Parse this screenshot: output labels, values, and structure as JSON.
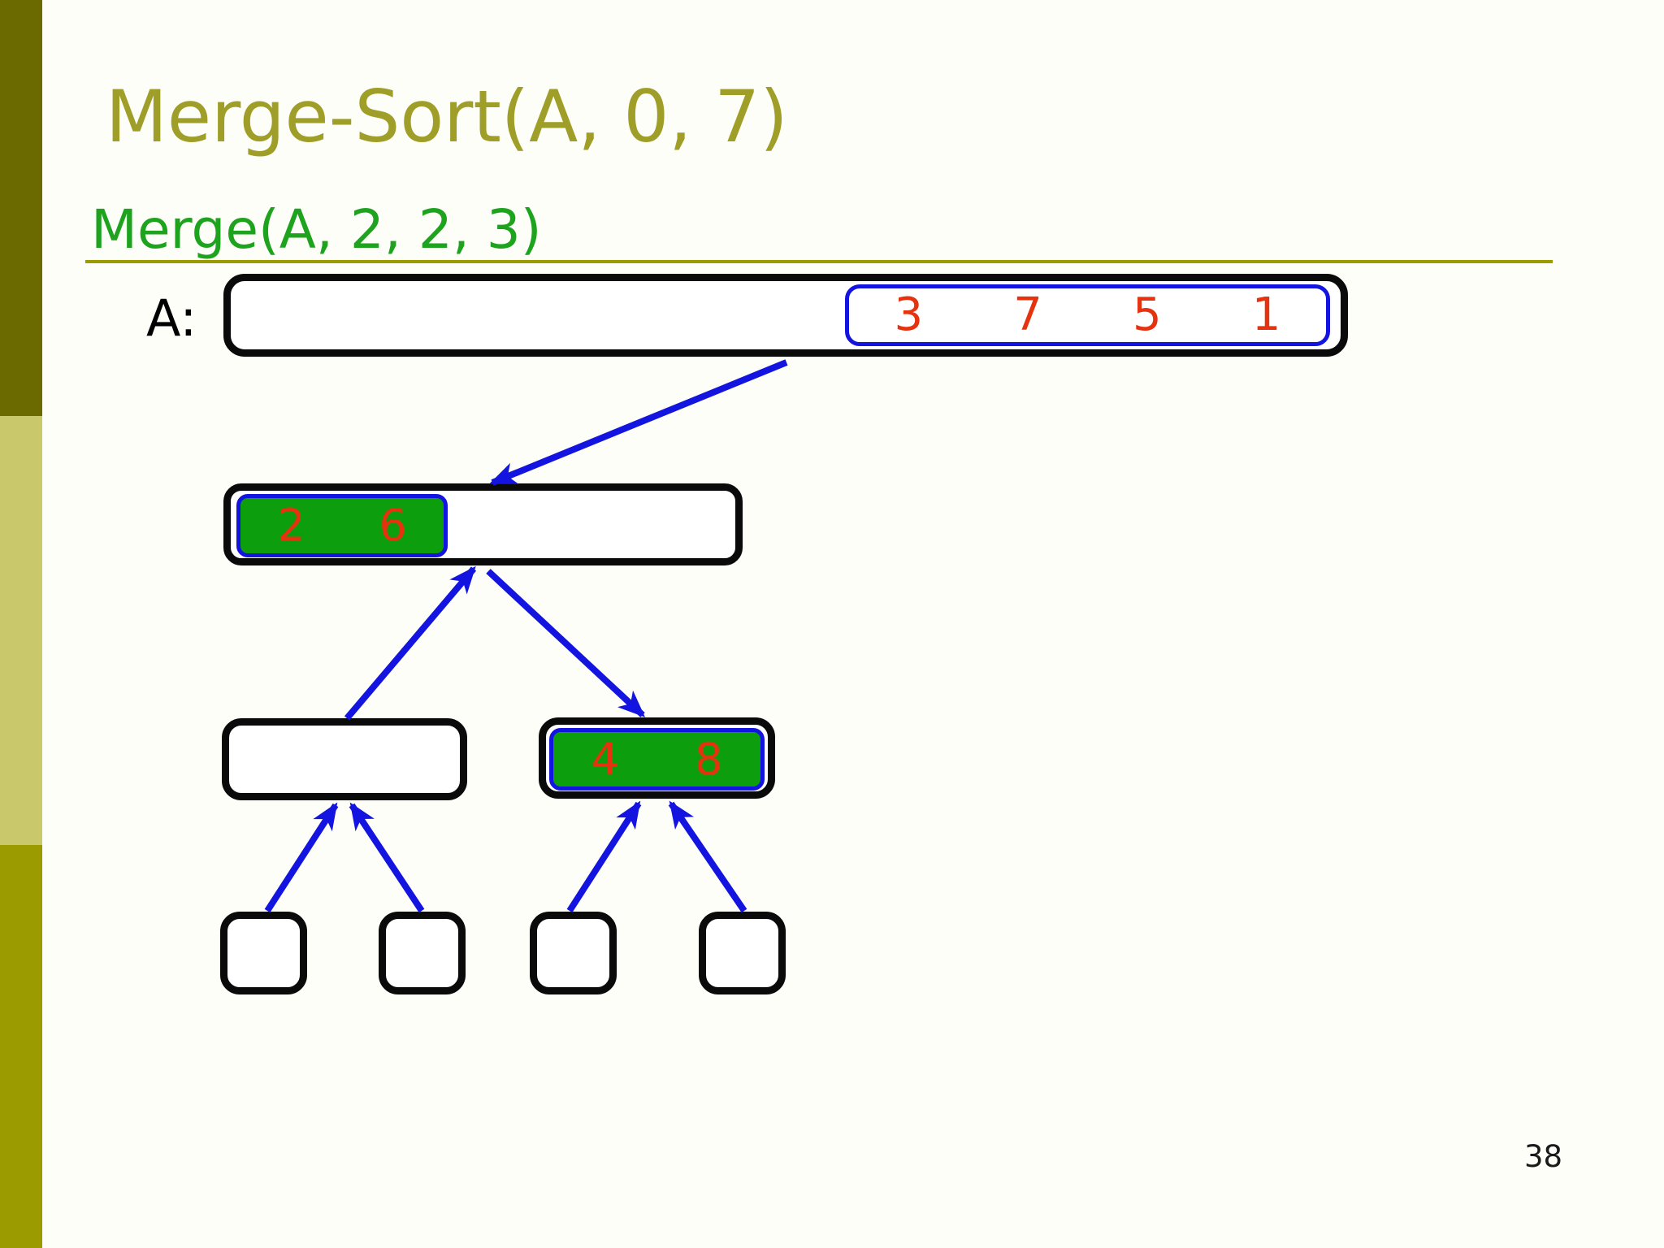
{
  "slide": {
    "title": "Merge-Sort(A, 0, 7)",
    "subtitle": "Merge(A, 2, 2, 3)",
    "array_label": "A:",
    "page_number": "38"
  },
  "colors": {
    "title-color": "#9E9E28",
    "subtitle-color": "#1EA31E",
    "underline-color": "#9B9B00",
    "sidebar-dark": "#6A6A00",
    "sidebar-light": "#C9C96B",
    "sidebar-mid": "#9B9B00",
    "box-border": "#0A0A0A",
    "highlight-green": "#0D9E0D",
    "value-red": "#E6320F",
    "arrow-blue": "#1414E0"
  },
  "tree": {
    "root": {
      "values": [
        "3",
        "7",
        "5",
        "1"
      ]
    },
    "left_half": {
      "values": [
        "2",
        "6"
      ]
    },
    "right_quarter": {
      "values": [
        "4",
        "8"
      ]
    }
  }
}
